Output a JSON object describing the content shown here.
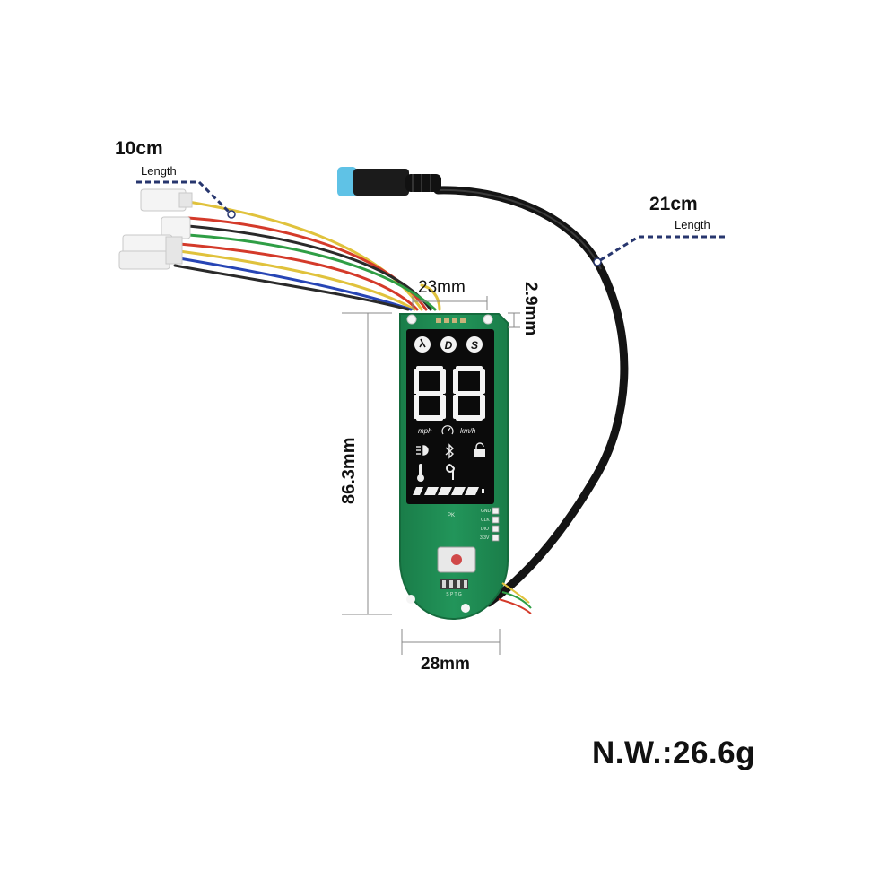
{
  "labels": {
    "left_wire_length": "10cm",
    "left_wire_length_caption": "Length",
    "right_cable_length": "21cm",
    "right_cable_length_caption": "Length",
    "top_width": "23mm",
    "thickness": "2.9mm",
    "height": "86.3mm",
    "bottom_width": "28mm",
    "net_weight": "N.W.:26.6g"
  },
  "display": {
    "digits": "88",
    "mode_icons": [
      "walk-icon",
      "drive-icon",
      "sport-icon"
    ],
    "speed_units": [
      "mph",
      "km/h"
    ],
    "status_icons": [
      "headlight-icon",
      "bluetooth-icon",
      "lock-icon",
      "temperature-icon",
      "wrench-icon"
    ],
    "battery_segments": 5
  },
  "board": {
    "silkscreen": "PK",
    "pin_labels": [
      "GND",
      "CLK",
      "DIO",
      "3.3V"
    ],
    "header_labels": "S P T G"
  },
  "colors": {
    "pcb_green": "#1e8a52",
    "lcd_black": "#0b0b0b",
    "connector_blue": "#5fc2e6",
    "dimension_line": "#27366e"
  }
}
